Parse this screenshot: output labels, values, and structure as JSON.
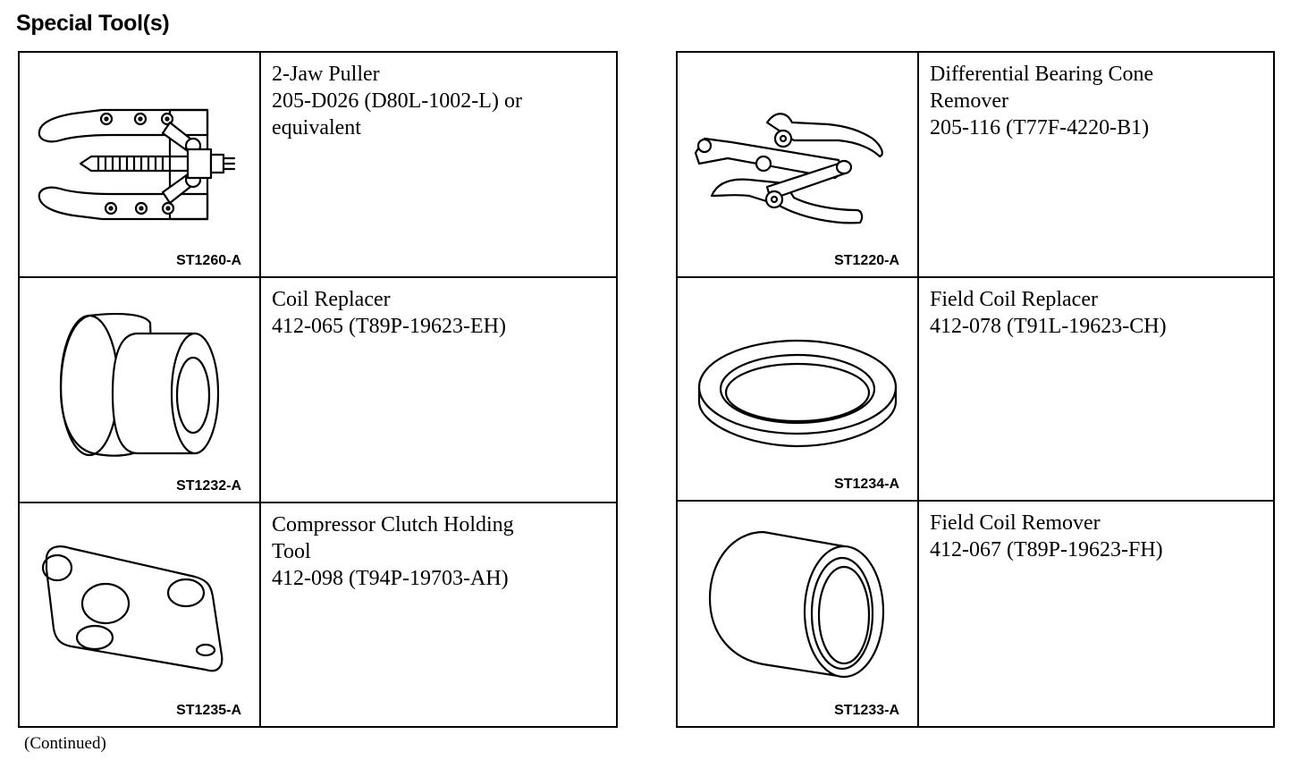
{
  "title": "Special Tool(s)",
  "left_tools": [
    {
      "code": "ST1260-A",
      "lines": [
        "2-Jaw Puller",
        "205-D026 (D80L-1002-L) or",
        "equivalent"
      ],
      "icon": "two-jaw-puller-icon"
    },
    {
      "code": "ST1232-A",
      "lines": [
        "Coil Replacer",
        "412-065 (T89P-19623-EH)"
      ],
      "icon": "coil-replacer-icon"
    },
    {
      "code": "ST1235-A",
      "lines": [
        "Compressor Clutch Holding",
        "Tool",
        "412-098 (T94P-19703-AH)"
      ],
      "icon": "holding-plate-icon"
    }
  ],
  "right_tools": [
    {
      "code": "ST1220-A",
      "lines": [
        "Differential Bearing Cone",
        "Remover",
        "205-116 (T77F-4220-B1)"
      ],
      "icon": "bearing-cone-remover-icon"
    },
    {
      "code": "ST1234-A",
      "lines": [
        "Field Coil Replacer",
        "412-078 (T91L-19623-CH)"
      ],
      "icon": "ring-replacer-icon"
    },
    {
      "code": "ST1233-A",
      "lines": [
        "Field Coil Remover",
        "412-067 (T89P-19623-FH)"
      ],
      "icon": "sleeve-remover-icon"
    }
  ],
  "footer": {
    "continued": "(Continued)"
  }
}
